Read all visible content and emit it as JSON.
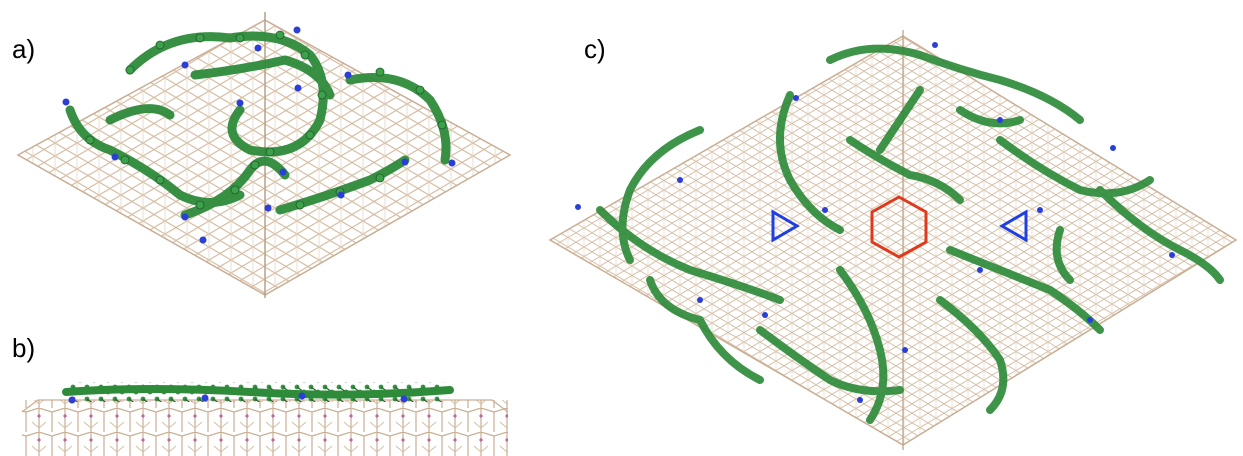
{
  "panels": [
    {
      "id": "a",
      "label": "a)"
    },
    {
      "id": "b",
      "label": "b)"
    },
    {
      "id": "c",
      "label": "c)"
    }
  ],
  "colors": {
    "lattice": "#d9c4ad",
    "lattice_dark": "#b89f86",
    "molecule": "#2e8b3a",
    "molecule_dark": "#1e5e28",
    "nitrogen": "#2b3fd6",
    "hexagon_marker": "#e03a1e",
    "triangle_marker": "#1f3fe0"
  },
  "markers": {
    "hexagon": "red-hexagon",
    "triangles": [
      "blue-triangle-right",
      "blue-triangle-left"
    ]
  }
}
